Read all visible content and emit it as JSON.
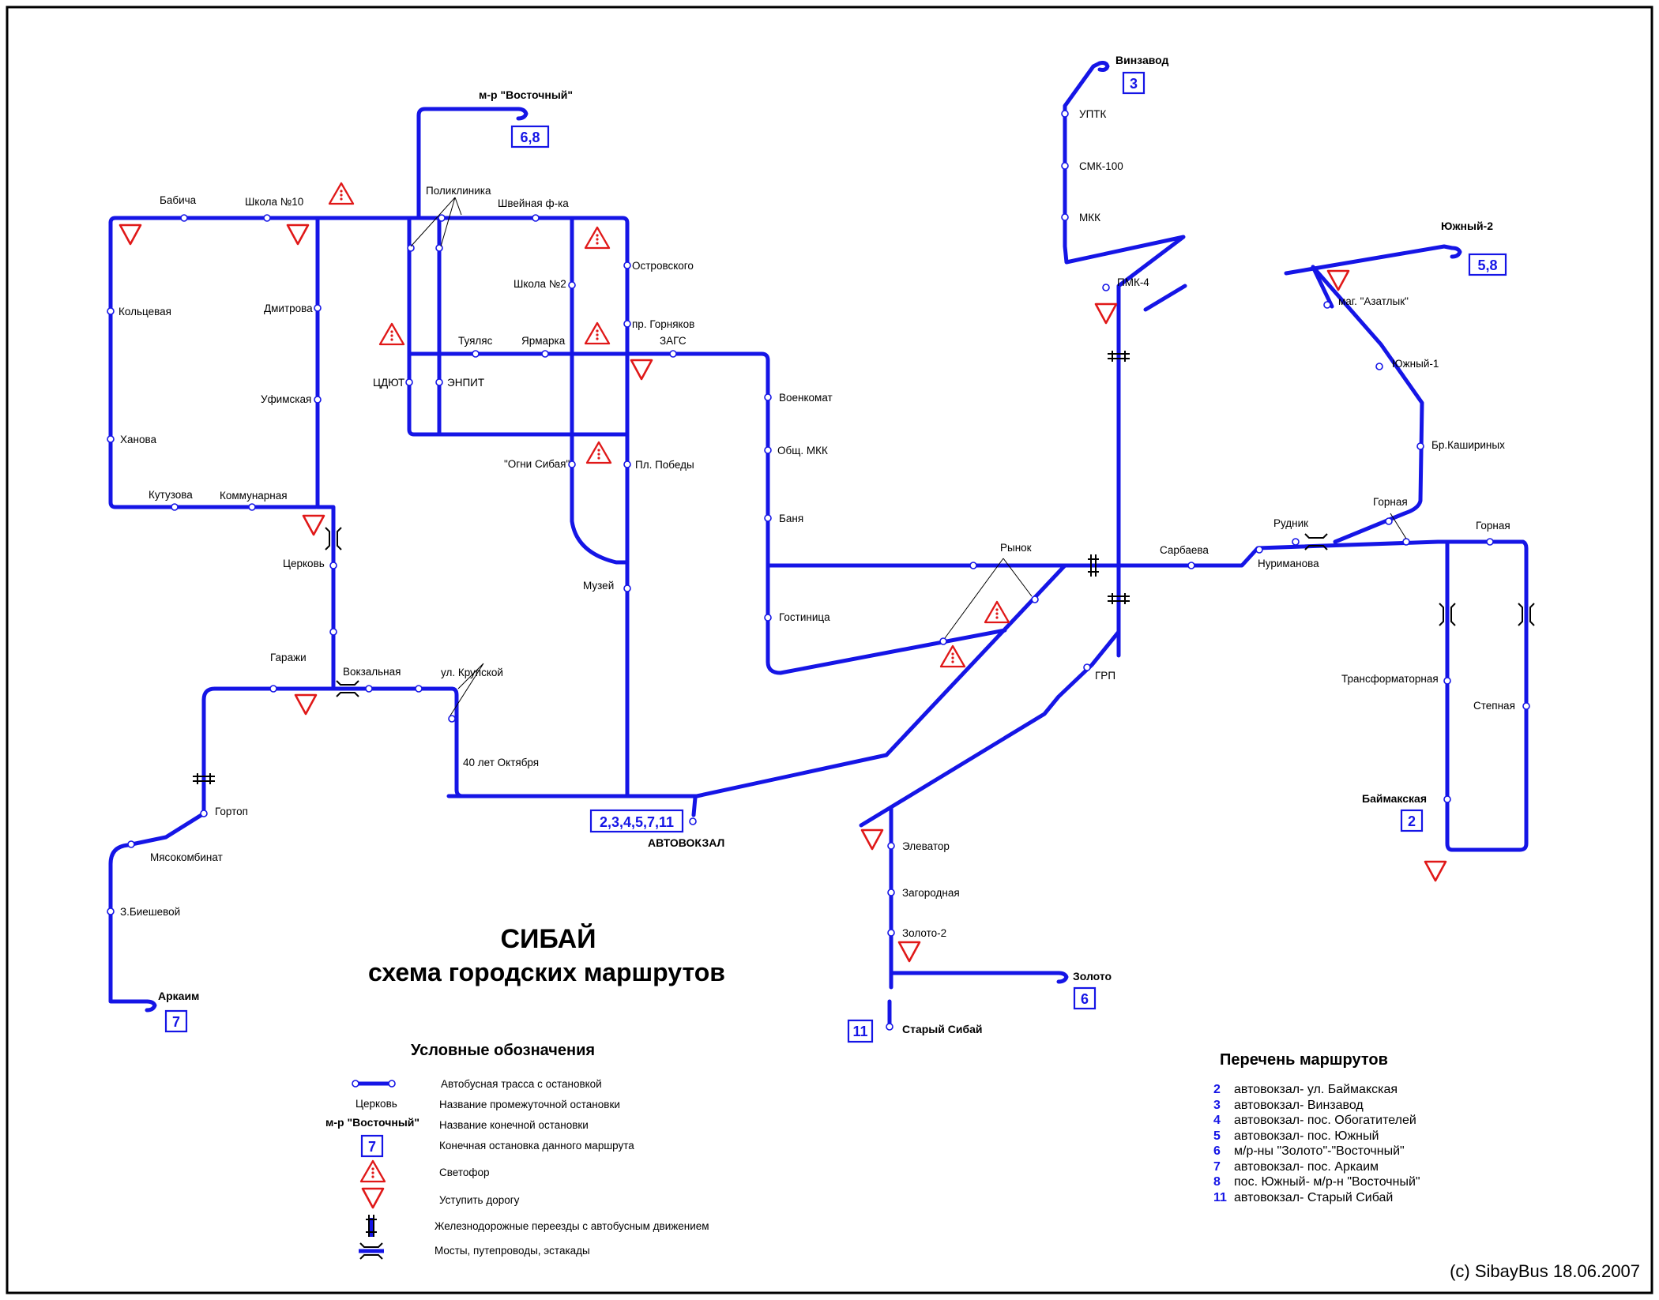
{
  "map": {
    "title": "СИБАЙ",
    "subtitle": "схема городских маршрутов",
    "copyright": "(c) SibayBus 18.06.2007",
    "colors": {
      "route": "#1515e6",
      "warning": "#e01818",
      "text": "#000000",
      "background": "#ffffff"
    },
    "stops": [
      "Бабича",
      "Школа №10",
      "Поликлиника",
      "Швейная ф-ка",
      "Кольцевая",
      "Дмитрова",
      "Уфимская",
      "Ханова",
      "Кутузова",
      "Коммунарная",
      "Церковь",
      "Гаражи",
      "Вокзальная",
      "ул. Крупской",
      "40 лет Октября",
      "Гортоп",
      "Мясокомбинат",
      "З.Биешевой",
      "Островского",
      "Школа №2",
      "пр. Горняков",
      "Туяляс",
      "Ярмарка",
      "ЗАГС",
      "ЦДЮТ",
      "ЭНПИТ",
      "Военкомат",
      "Общ. МКК",
      "\"Огни Сибая\"",
      "Пл. Победы",
      "Баня",
      "Музей",
      "Гостиница",
      "Рынок",
      "Сарбаева",
      "Нуриманова",
      "Рудник",
      "Горная",
      "Горная",
      "маг. \"Азатлык\"",
      "Южный-1",
      "Бр.Кашириных",
      "Трансформаторная",
      "Степная",
      "УПТК",
      "СМК-100",
      "МКК",
      "ПМК-4",
      "ГРП",
      "Элеватор",
      "Загородная",
      "Золото-2"
    ],
    "terminals": [
      {
        "name": "м-р \"Восточный\"",
        "routes": "6,8"
      },
      {
        "name": "Винзавод",
        "routes": "3"
      },
      {
        "name": "Южный-2",
        "routes": "5,8"
      },
      {
        "name": "АВТОВОКЗАЛ",
        "routes": "2,3,4,5,7,11"
      },
      {
        "name": "Баймакская",
        "routes": "2"
      },
      {
        "name": "Аркаим",
        "routes": "7"
      },
      {
        "name": "Золото",
        "routes": "6"
      },
      {
        "name": "Старый Сибай",
        "routes": "11"
      }
    ],
    "icons": [
      "bus-route-line",
      "bus-stop-icon",
      "traffic-light-icon",
      "yield-sign-icon",
      "railway-crossing-icon",
      "bridge-icon",
      "terminal-loop-icon"
    ]
  },
  "legend": {
    "title": "Условные обозначения",
    "example_stop": "Церковь",
    "example_terminal": "м-р \"Восточный\"",
    "example_route": "7",
    "items": [
      "Автобусная трасса с остановкой",
      "Название промежуточной остановки",
      "Название конечной остановки",
      "Конечная остановка данного маршрута",
      "Светофор",
      "Уступить дорогу",
      "Железнодорожные переезды с автобусным движением",
      "Мосты, путепроводы, эстакады"
    ]
  },
  "routes_list": {
    "title": "Перечень маршрутов",
    "items": [
      {
        "num": "2",
        "text": "автовокзал- ул. Баймакская"
      },
      {
        "num": "3",
        "text": "автовокзал- Винзавод"
      },
      {
        "num": "4",
        "text": "автовокзал- пос. Обогатителей"
      },
      {
        "num": "5",
        "text": "автовокзал- пос. Южный"
      },
      {
        "num": "6",
        "text": "м/р-ны \"Золото\"-\"Восточный\""
      },
      {
        "num": "7",
        "text": "автовокзал- пос. Аркаим"
      },
      {
        "num": "8",
        "text": "пос. Южный- м/р-н \"Восточный\""
      },
      {
        "num": "11",
        "text": "автовокзал- Старый Сибай"
      }
    ]
  }
}
